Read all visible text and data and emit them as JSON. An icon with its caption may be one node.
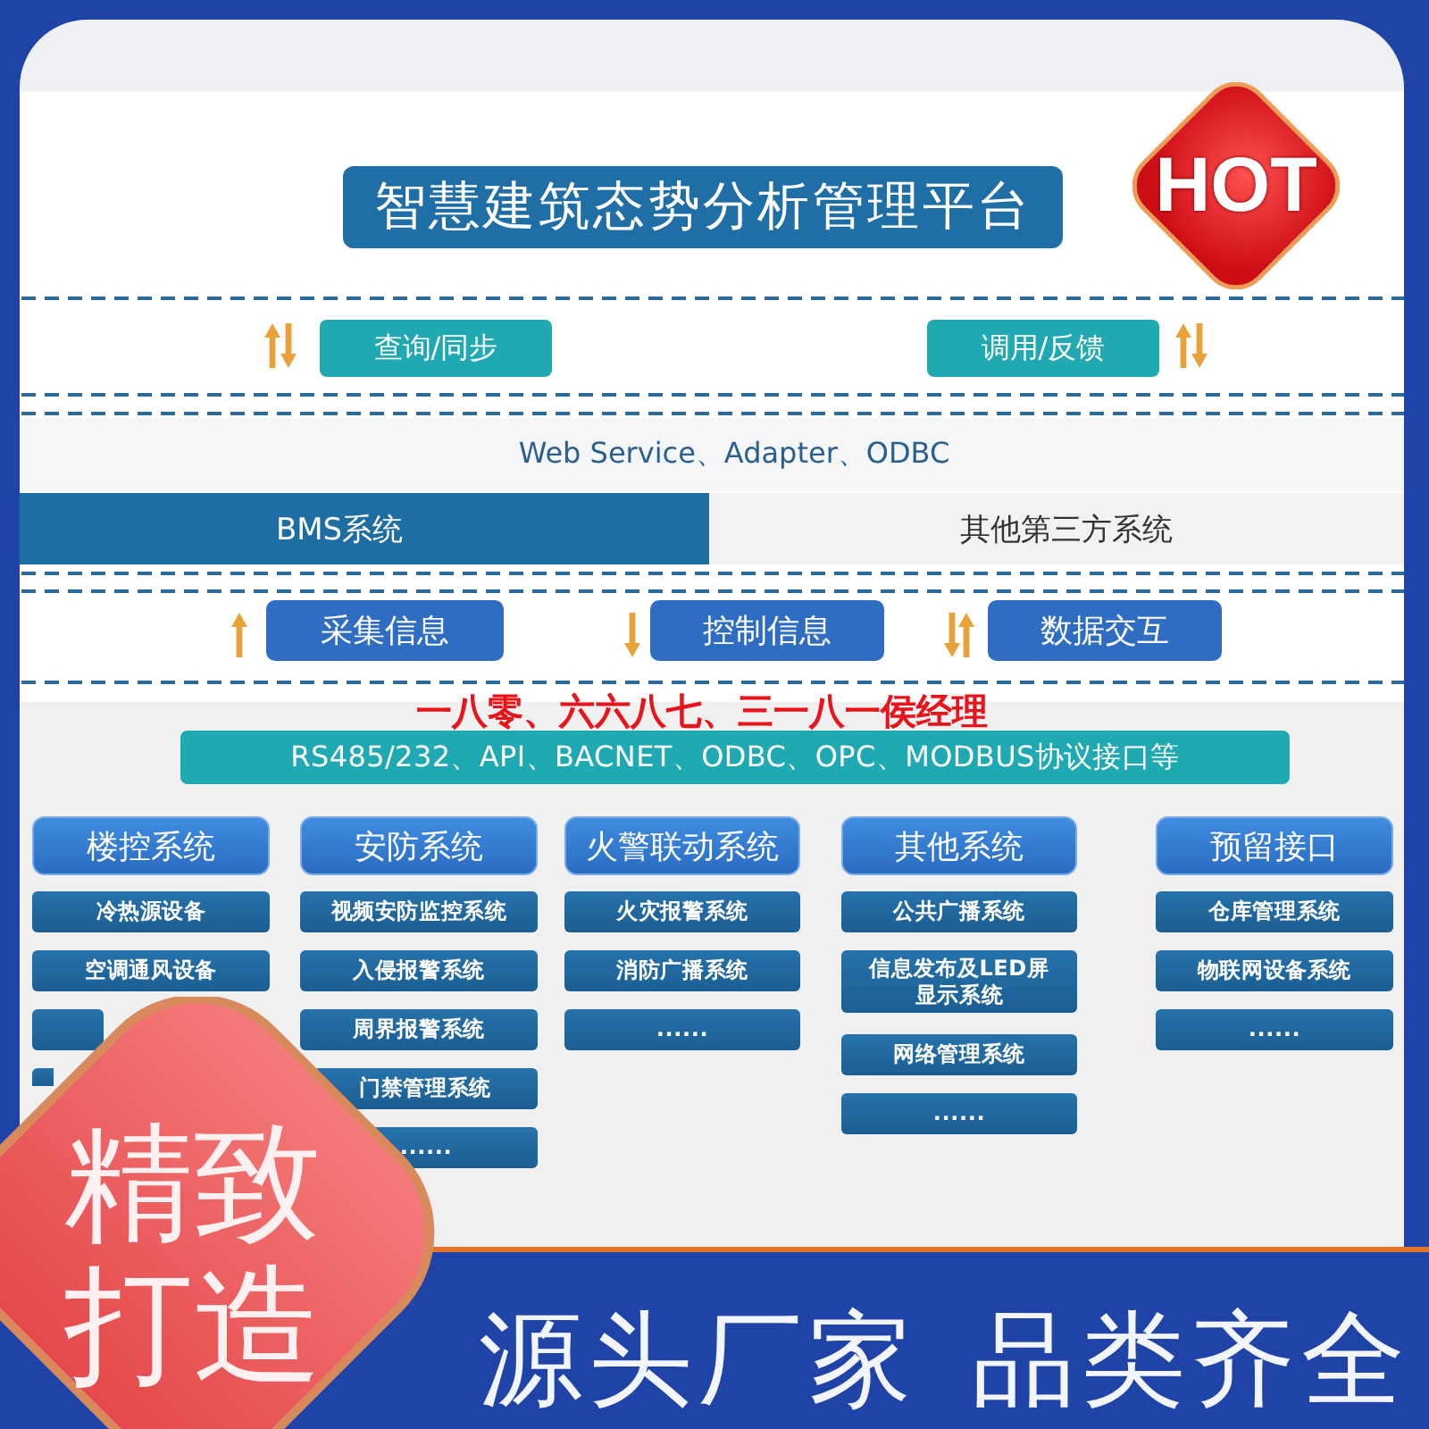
{
  "diagram": {
    "nodes": [
      {
        "text": [
          "智慧建筑态势分析管理平台"
        ]
      },
      {
        "text": [
          "查询/同步"
        ]
      },
      {
        "text": [
          "调用/反馈"
        ]
      },
      {
        "text": [
          "Web Service、Adapter、ODBC"
        ]
      },
      {
        "text": [
          "BMS系统"
        ]
      },
      {
        "text": [
          "其他第三方系统"
        ]
      },
      {
        "text": [
          "采集信息"
        ]
      },
      {
        "text": [
          "控制信息"
        ]
      },
      {
        "text": [
          "数据交互"
        ]
      },
      {
        "text": [
          "RS485/232、API、BACNET、ODBC、OPC、MODBUS协议接口等"
        ]
      },
      {
        "text": [
          "楼控系统"
        ]
      },
      {
        "text": [
          "冷热源设备"
        ]
      },
      {
        "text": [
          "空调通风设备"
        ]
      },
      {
        "text": [],
        "shape": "box"
      },
      {
        "text": [],
        "shape": "box"
      },
      {
        "text": [
          "安防系统"
        ]
      },
      {
        "text": [
          "视频安防监控系统"
        ]
      },
      {
        "text": [
          "入侵报警系统"
        ]
      },
      {
        "text": [
          "周界报警系统"
        ]
      },
      {
        "text": [
          "门禁管理系统"
        ]
      },
      {
        "text": [
          "......"
        ]
      },
      {
        "text": [
          "火警联动系统"
        ]
      },
      {
        "text": [
          "火灾报警系统"
        ]
      },
      {
        "text": [
          "消防广播系统"
        ]
      },
      {
        "text": [
          "......"
        ]
      },
      {
        "text": [
          "其他系统"
        ]
      },
      {
        "text": [
          "公共广播系统"
        ]
      },
      {
        "text": [
          "信息发布及LED屏显示系统"
        ]
      },
      {
        "text": [
          "网络管理系统"
        ]
      },
      {
        "text": [
          "......"
        ]
      },
      {
        "text": [
          "预留接口"
        ]
      },
      {
        "text": [
          "仓库管理系统"
        ]
      },
      {
        "text": [
          "物联网设备系统"
        ]
      },
      {
        "text": [
          "......"
        ]
      }
    ],
    "labels": [
      "HOT",
      "一八零、六六八七、三一八一侯经理",
      "精致打造",
      "源头厂家 品类齐全"
    ]
  }
}
